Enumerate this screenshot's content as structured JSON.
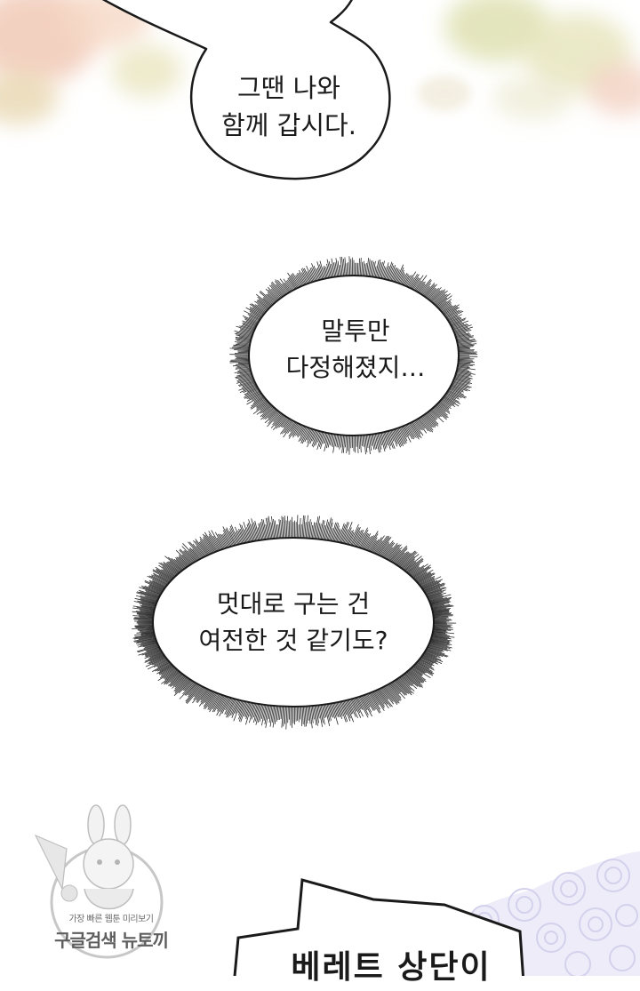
{
  "bubbles": {
    "speech_top": {
      "lines": [
        "그땐 나와",
        "함께 갑시다."
      ]
    },
    "thought_one": {
      "lines": [
        "말투만",
        "다정해졌지…"
      ]
    },
    "thought_two": {
      "lines": [
        "멋대로 구는 건",
        "여전한 것 같기도?"
      ]
    },
    "shout_bottom": {
      "lines": [
        "베레트 상단이"
      ]
    }
  },
  "watermark": {
    "tagline": "가장 빠른 웹툰 미리보기",
    "brand": "구글검색 뉴토끼"
  },
  "colors": {
    "outline": "#1a1a1a",
    "background": "#ffffff",
    "lace": "#d8d6f0",
    "flower_pink": "#f3c9b8",
    "flower_green": "#dfe2b4"
  }
}
